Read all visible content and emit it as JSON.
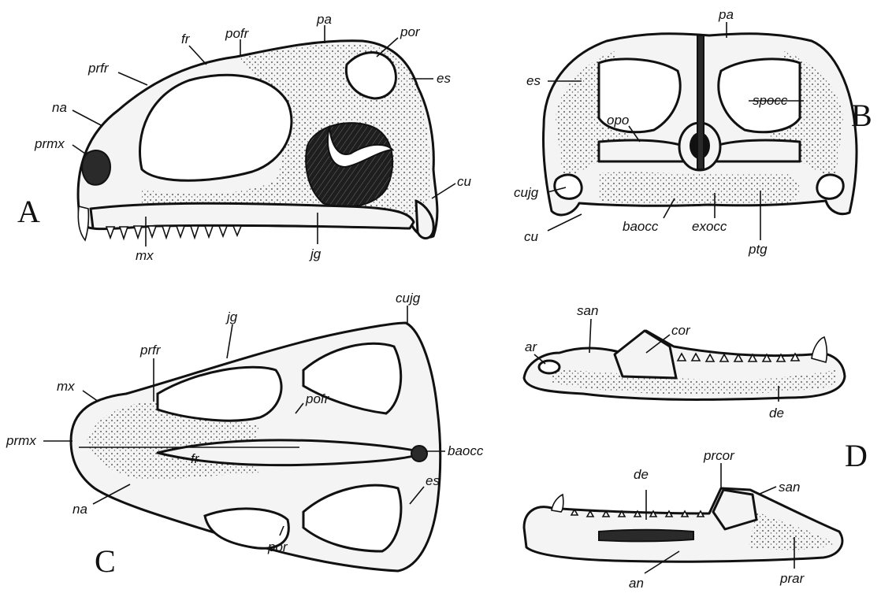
{
  "figure": {
    "panels": {
      "A": {
        "letter": "A",
        "labels": [
          "fr",
          "pofr",
          "pa",
          "por",
          "es",
          "prfr",
          "na",
          "prmx",
          "cu",
          "mx",
          "jg"
        ]
      },
      "B": {
        "letter": "B",
        "labels": [
          "pa",
          "es",
          "spocc",
          "opo",
          "cujg",
          "cu",
          "baocc",
          "exocc",
          "ptg"
        ]
      },
      "C": {
        "letter": "C",
        "labels": [
          "cujg",
          "jg",
          "prfr",
          "mx",
          "pofr",
          "prmx",
          "baocc",
          "fr",
          "es",
          "na",
          "por"
        ]
      },
      "D": {
        "letter": "D",
        "labels": [
          "san",
          "ar",
          "cor",
          "de",
          "prcor",
          "de",
          "san",
          "an",
          "prar"
        ]
      }
    }
  }
}
